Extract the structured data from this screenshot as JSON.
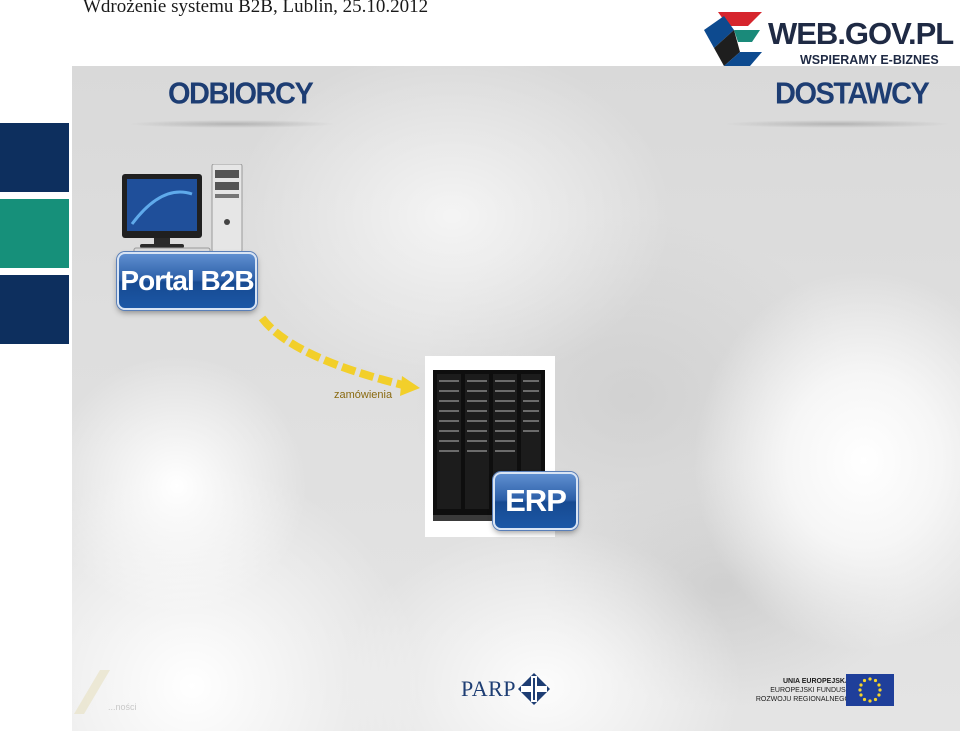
{
  "header": {
    "title": "Wdrożenie systemu B2B, Lublin, 25.10.2012"
  },
  "logo": {
    "name": "WEB.GOV.PL",
    "tagline": "WSPIERAMY E-BIZNES",
    "mark_icon": "webgov-logo-icon"
  },
  "sections": {
    "left_title": "ODBIORCY",
    "right_title": "DOSTAWCY"
  },
  "nodes": {
    "portal": {
      "label": "Portal B2B",
      "icon": "desktop-computer-icon"
    },
    "erp": {
      "label": "ERP",
      "icon": "server-rack-icon"
    }
  },
  "flow": {
    "label": "zamówienia",
    "arrow_color": "#f2cf2a"
  },
  "footer": {
    "parp": "PARP",
    "eu_lines": [
      "UNIA EUROPEJSKA",
      "EUROPEJSKI FUNDUSZ",
      "ROZWOJU REGIONALNEGO"
    ],
    "faded_text": "...ności"
  },
  "colors": {
    "accent_navy": "#0d2f5e",
    "accent_teal": "#16907a",
    "title_blue": "#1d3d73",
    "badge_blue": "#2b5ea7",
    "logo_red": "#d6252d"
  }
}
